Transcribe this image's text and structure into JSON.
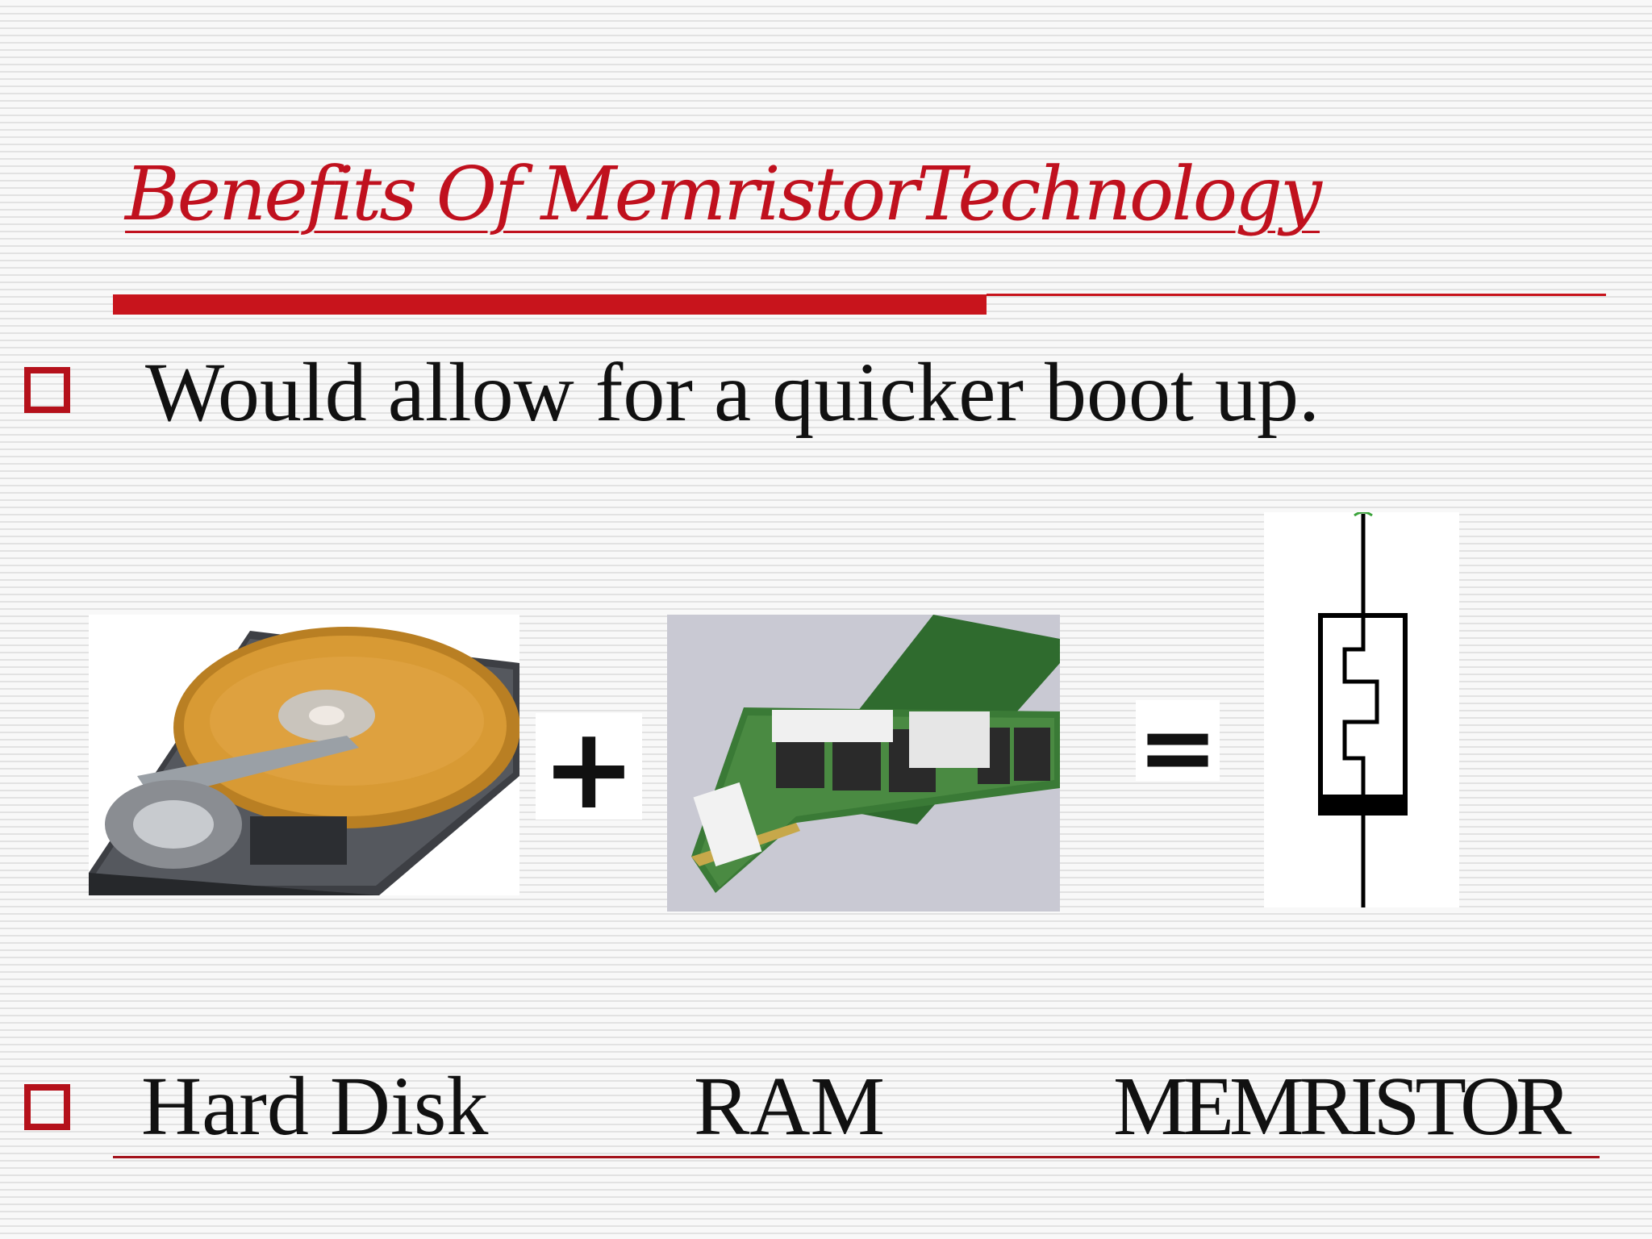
{
  "slide": {
    "title": "Benefits Of MemristorTechnology",
    "bullet_1": "Would allow for a quicker boot up.",
    "operators": {
      "plus": "+",
      "equals": "="
    },
    "labels": {
      "hard_disk": "Hard Disk",
      "ram": "RAM",
      "memristor": "MEMRISTOR"
    },
    "icons": {
      "bullet": "hollow-square-bullet-icon",
      "hard_disk_image": "hard-disk-drive-photo",
      "ram_image": "ram-module-photo",
      "memristor_symbol": "memristor-circuit-symbol"
    },
    "colors": {
      "accent": "#c0111e",
      "text": "#111111",
      "background": "#f7f7f7"
    }
  }
}
